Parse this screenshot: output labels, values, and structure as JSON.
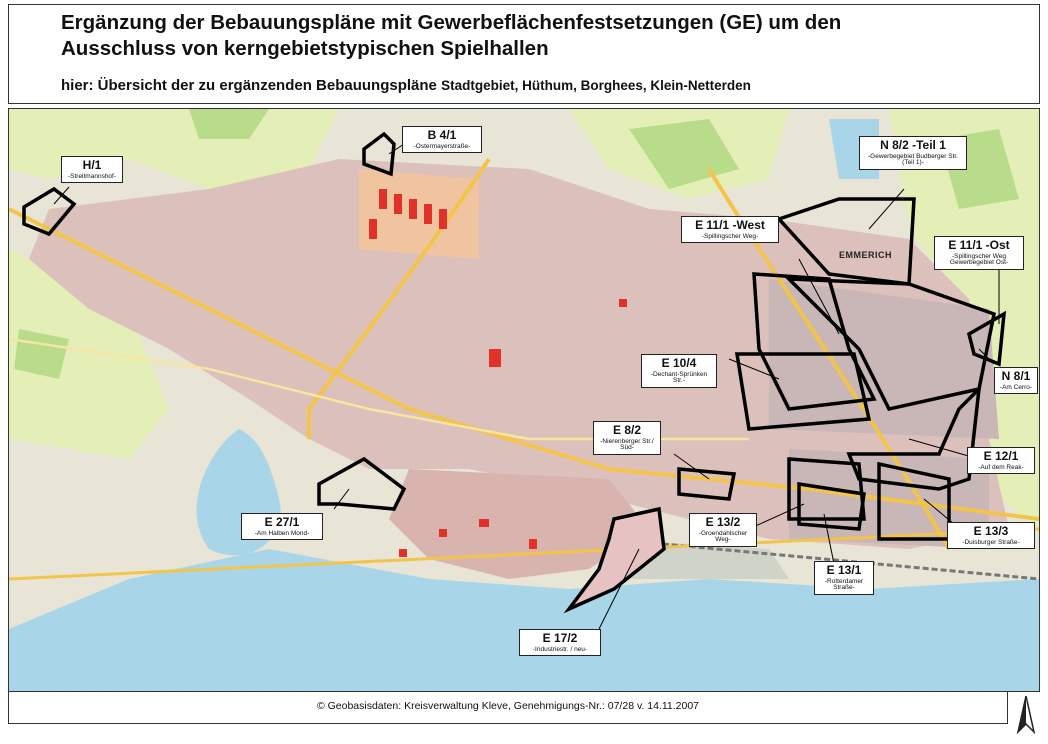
{
  "header": {
    "title_line1": "Ergänzung der Bebauungspläne mit Gewerbeflächenfestsetzungen (GE) um den",
    "title_line2": "Ausschluss von kerngebietstypischen Spielhallen",
    "subtitle_main": "hier:  Übersicht der zu ergänzenden Bebauungspläne",
    "subtitle_areas": "Stadtgebiet, Hüthum, Borghees, Klein-Netterden"
  },
  "map": {
    "town_label": "EMMERICH",
    "plan_labels": [
      {
        "code": "H/1",
        "desc": "-Streitmannshof-"
      },
      {
        "code": "B 4/1",
        "desc": "-Ostermayerstraße-"
      },
      {
        "code": "N 8/2 -Teil 1",
        "desc": "-Gewerbegebiet Budberger Str. (Teil 1)-"
      },
      {
        "code": "E 11/1 -West",
        "desc": "-Spillingscher Weg-"
      },
      {
        "code": "E 11/1 -Ost",
        "desc": "-Spillingscher Weg Gewerbegebiet Ost-"
      },
      {
        "code": "N 8/1",
        "desc": "-Am Cerro-"
      },
      {
        "code": "E 10/4",
        "desc": "-Dechant-Sprünken Str.-"
      },
      {
        "code": "E 8/2",
        "desc": "-Nierenberger Str./ Süd-"
      },
      {
        "code": "E 12/1",
        "desc": "-Auf dem Reak-"
      },
      {
        "code": "E 27/1",
        "desc": "-Am Halben Mond-"
      },
      {
        "code": "E 13/2",
        "desc": "-Groendahlscher Weg-"
      },
      {
        "code": "E 13/3",
        "desc": "-Duisburger Straße-"
      },
      {
        "code": "E 13/1",
        "desc": "-Rotterdamer Straße-"
      },
      {
        "code": "E 17/2",
        "desc": "-Industriestr. / neu-"
      }
    ]
  },
  "footer": {
    "copyright": "© Geobasisdaten: Kreisverwaltung Kleve, Genehmigungs-Nr.: 07/28 v. 14.11.2007"
  },
  "colors": {
    "map_background": "#d8d2c4",
    "settlement": "#d9b8b3",
    "fields": "#e4efb8",
    "forest": "#b9dc8a",
    "water": "#a8d6e8",
    "main_road": "#f3c44a",
    "industrial": "#8f8a8a",
    "public_building": "#e0312a",
    "plan_outline": "#000000"
  },
  "icons": {
    "north_arrow": "north-arrow-icon"
  }
}
